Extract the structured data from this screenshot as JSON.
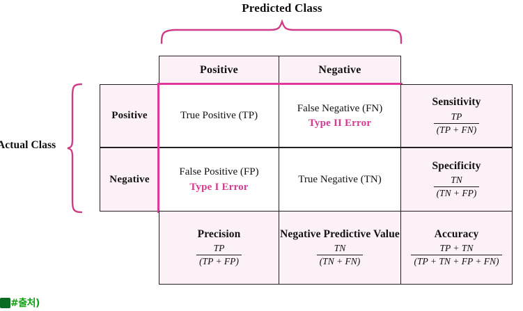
{
  "diagram": {
    "top_axis_label": "Predicted Class",
    "left_axis_label": "Actual Class"
  },
  "colors": {
    "highlight": "#e0379a",
    "error_text": "#d6398f",
    "cell_fill": "#fdf1f8",
    "inner_fill": "#ffffff",
    "border": "#231f20",
    "watermark": "#12a012"
  },
  "column_headers": [
    {
      "label": "Positive"
    },
    {
      "label": "Negative"
    }
  ],
  "row_headers": [
    {
      "label": "Positive"
    },
    {
      "label": "Negative"
    }
  ],
  "matrix": {
    "tp": {
      "main": "True Positive (TP)",
      "sub": ""
    },
    "fn": {
      "main": "False Negative (FN)",
      "sub": "Type II Error"
    },
    "fp": {
      "main": "False Positive (FP)",
      "sub": "Type I Error"
    },
    "tn": {
      "main": "True Negative (TN)",
      "sub": ""
    }
  },
  "right_metrics": [
    {
      "title": "Sensitivity",
      "numerator": "TP",
      "denominator": "(TP + FN)"
    },
    {
      "title": "Specificity",
      "numerator": "TN",
      "denominator": "(TN + FP)"
    }
  ],
  "bottom_metrics": [
    {
      "title": "Precision",
      "numerator": "TP",
      "denominator": "(TP + FP)"
    },
    {
      "title": "Negative Predictive Value",
      "numerator": "TN",
      "denominator": "(TN + FN)"
    },
    {
      "title": "Accuracy",
      "numerator": "TP + TN",
      "denominator": "(TP + TN + FP + FN)"
    }
  ],
  "watermark": {
    "text": "#출처)"
  }
}
